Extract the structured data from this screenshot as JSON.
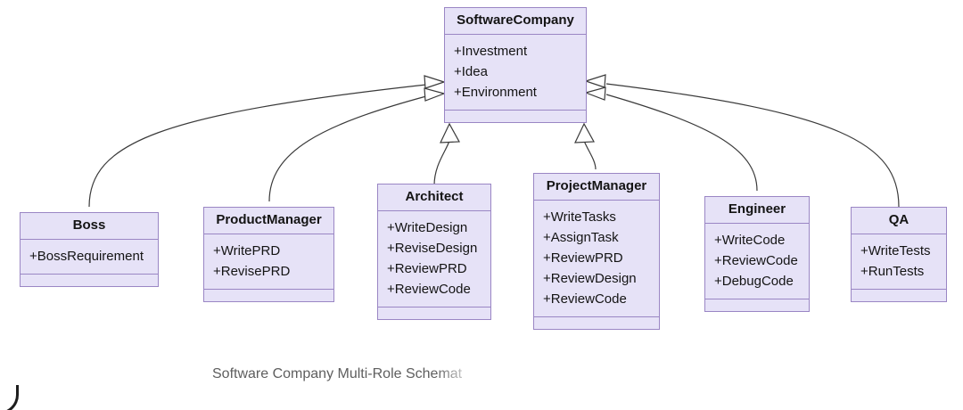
{
  "diagram": {
    "type": "uml-class-diagram",
    "caption": "Software Company Multi-Role Schemat",
    "caption_truncated": true,
    "colors": {
      "box_fill": "#e6e2f7",
      "box_border": "#9a86c4",
      "edge": "#3a3a3a",
      "text": "#141414",
      "caption_text": "#5e5e5e",
      "background": "#ffffff"
    },
    "relationship": "generalization",
    "classes": [
      {
        "id": "software-company",
        "name": "SoftwareCompany",
        "attributes": [
          "+Investment",
          "+Idea",
          "+Environment"
        ],
        "operations": []
      },
      {
        "id": "boss",
        "name": "Boss",
        "attributes": [
          "+BossRequirement"
        ],
        "operations": []
      },
      {
        "id": "product-manager",
        "name": "ProductManager",
        "attributes": [
          "+WritePRD",
          "+RevisePRD"
        ],
        "operations": []
      },
      {
        "id": "architect",
        "name": "Architect",
        "attributes": [
          "+WriteDesign",
          "+ReviseDesign",
          "+ReviewPRD",
          "+ReviewCode"
        ],
        "operations": []
      },
      {
        "id": "project-manager",
        "name": "ProjectManager",
        "attributes": [
          "+WriteTasks",
          "+AssignTask",
          "+ReviewPRD",
          "+ReviewDesign",
          "+ReviewCode"
        ],
        "operations": []
      },
      {
        "id": "engineer",
        "name": "Engineer",
        "attributes": [
          "+WriteCode",
          "+ReviewCode",
          "+DebugCode"
        ],
        "operations": []
      },
      {
        "id": "qa",
        "name": "QA",
        "attributes": [
          "+WriteTests",
          "+RunTests"
        ],
        "operations": []
      }
    ],
    "edges": [
      {
        "from": "boss",
        "to": "software-company",
        "kind": "generalization"
      },
      {
        "from": "product-manager",
        "to": "software-company",
        "kind": "generalization"
      },
      {
        "from": "architect",
        "to": "software-company",
        "kind": "generalization"
      },
      {
        "from": "project-manager",
        "to": "software-company",
        "kind": "generalization"
      },
      {
        "from": "engineer",
        "to": "software-company",
        "kind": "generalization"
      },
      {
        "from": "qa",
        "to": "software-company",
        "kind": "generalization"
      }
    ]
  }
}
